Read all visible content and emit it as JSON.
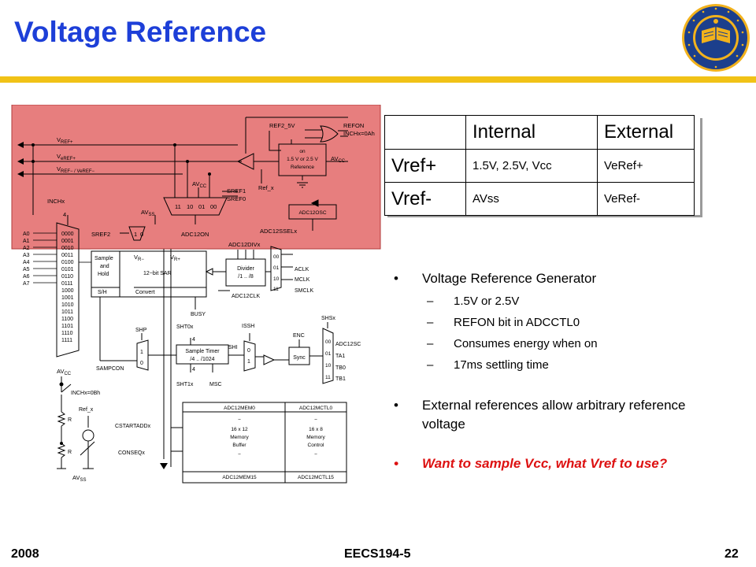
{
  "slide": {
    "title": "Voltage Reference",
    "footer": {
      "year": "2008",
      "course": "EECS194-5",
      "page": "22"
    }
  },
  "table": {
    "header": [
      "",
      "Internal",
      "External"
    ],
    "rows": [
      {
        "label": "Vref+",
        "internal": "1.5V, 2.5V, Vcc",
        "external": "VeRef+"
      },
      {
        "label": "Vref-",
        "internal": "AVss",
        "external": "VeRef-"
      }
    ]
  },
  "bullets": {
    "b1": "Voltage Reference Generator",
    "b1_sub": [
      "1.5V or 2.5V",
      "REFON bit in ADCCTL0",
      "Consumes energy when on",
      "17ms settling time"
    ],
    "b2": "External references allow arbitrary reference voltage",
    "b3": "Want to sample Vcc, what Vref to use?"
  },
  "diagram": {
    "vref_plus": "V",
    "vref_plus_sub": "REF+",
    "veref_plus": "V",
    "veref_plus_sub": "eREF+",
    "vref_minus": "V",
    "vref_minus_sub": "REF− / V",
    "vref_minus_sub2": "eREF−",
    "ref2_5v": "REF2_5V",
    "refon": "REFON",
    "inch_0ah": "INCHx=0Ah",
    "ref_box": [
      "on",
      "1.5 V or 2.5 V",
      "Reference"
    ],
    "avcc": "AV",
    "avcc_sub": "CC",
    "ref_x": "Ref_x",
    "mux4": [
      "11",
      "10",
      "01",
      "00"
    ],
    "sref1": "SREF1",
    "sref0": "SREF0",
    "avss": "AV",
    "avss_sub": "SS",
    "adc12osc": "ADC12OSC",
    "inchx": "INCHx",
    "inch_count": "4",
    "sref2": "SREF2",
    "sref2_mux": [
      "1",
      "0"
    ],
    "adc12on": "ADC12ON",
    "adc12ssel": "ADC12SSELx",
    "adc12div": "ADC12DIVx",
    "analog_inputs": [
      "A0",
      "A1",
      "A2",
      "A3",
      "A4",
      "A5",
      "A6",
      "A7"
    ],
    "mux_codes": [
      "0000",
      "0001",
      "0010",
      "0011",
      "0100",
      "0101",
      "0110",
      "0111",
      "1000",
      "1001",
      "1010",
      "1011",
      "1100",
      "1101",
      "1110",
      "1111"
    ],
    "sample_hold": [
      "Sample",
      "and",
      "Hold"
    ],
    "sh": "S/H",
    "sar_vrm": "V",
    "sar_vrm_sub": "R−",
    "sar_vrp": "V",
    "sar_vrp_sub": "R+",
    "sar": "12−bit SAR",
    "convert": "Convert",
    "divider": [
      "Divider",
      "/1 .. /8"
    ],
    "clk_codes": [
      "00",
      "01",
      "10",
      "11"
    ],
    "clocks": [
      "ACLK",
      "MCLK",
      "SMCLK"
    ],
    "adc12clk": "ADC12CLK",
    "busy": "BUSY",
    "shp": "SHP",
    "sht0x": "SHT0x",
    "issh": "ISSH",
    "enc": "ENC",
    "shsx": "SHSx",
    "four": "4",
    "sample_timer": [
      "Sample Timer",
      "/4 .. /1024"
    ],
    "shi": "SHI",
    "sync": "Sync",
    "sh_sources": [
      "ADC12SC",
      "TA1",
      "TB0",
      "TB1"
    ],
    "sampcon": "SAMPCON",
    "sht1x": "SHT1x",
    "msc": "MSC",
    "shp_mux": [
      "1",
      "0"
    ],
    "issh_mux": [
      "0",
      "1"
    ],
    "inchx_0bh": "INCHx=0Bh",
    "r": "R",
    "cstartadd": "CSTARTADDx",
    "conseq": "CONSEQx",
    "mem_top": "ADC12MEM0",
    "mem_mid": [
      "−",
      "16 x 12",
      "Memory",
      "Buffer",
      "−"
    ],
    "mem_bot": "ADC12MEM15",
    "ctl_top": "ADC12MCTL0",
    "ctl_mid": [
      "−",
      "16 x 8",
      "Memory",
      "Control",
      "−"
    ],
    "ctl_bot": "ADC12MCTL15"
  },
  "colors": {
    "title": "#1d3fd8",
    "rule": "#f1c216",
    "highlight": "#e05a5a",
    "emphasis": "#dd1111",
    "seal_blue": "#1c3f8c",
    "seal_gold": "#f2b21c"
  }
}
